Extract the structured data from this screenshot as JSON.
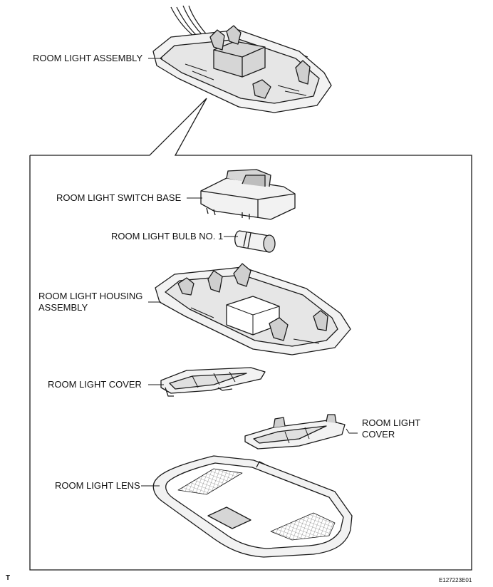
{
  "labels": {
    "room_light_assembly": "ROOM LIGHT ASSEMBLY",
    "room_light_switch_base": "ROOM LIGHT SWITCH BASE",
    "room_light_bulb_no1": "ROOM LIGHT BULB NO. 1",
    "room_light_housing_assembly_line1": "ROOM LIGHT HOUSING",
    "room_light_housing_assembly_line2": "ASSEMBLY",
    "room_light_cover_left": "ROOM LIGHT COVER",
    "room_light_cover_right_line1": "ROOM LIGHT",
    "room_light_cover_right_line2": "COVER",
    "room_light_lens": "ROOM LIGHT LENS"
  },
  "footer": {
    "corner_mark": "T",
    "figure_code": "E127223E01"
  },
  "colors": {
    "line": "#1a1a1a",
    "fill_light": "#f2f2f2",
    "fill_mid": "#d6d6d6",
    "fill_dark": "#9a9a9a"
  }
}
